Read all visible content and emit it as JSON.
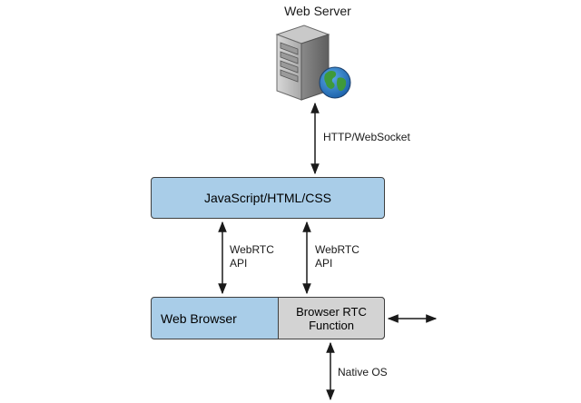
{
  "web_server": {
    "label": "Web Server",
    "server_icon": "server-tower-icon",
    "globe_icon": "globe-icon"
  },
  "links": {
    "http_label": "HTTP/WebSocket",
    "webrtc_api_left": [
      "WebRTC",
      "API"
    ],
    "webrtc_api_right": [
      "WebRTC",
      "API"
    ],
    "native_os_label": "Native OS"
  },
  "boxes": {
    "js_layer": "JavaScript/HTML/CSS",
    "web_browser": "Web Browser",
    "browser_rtc": [
      "Browser RTC",
      "Function"
    ]
  },
  "colors": {
    "box_blue": "#a9cde8",
    "box_gray": "#d3d3d3",
    "stroke": "#1a1a1a"
  }
}
